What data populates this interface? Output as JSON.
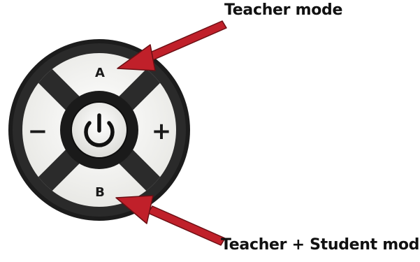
{
  "remote": {
    "buttons": {
      "a": {
        "label": "A"
      },
      "b": {
        "label": "B"
      },
      "minus": {
        "label": "−"
      },
      "plus": {
        "label": "+"
      },
      "power": {
        "icon": "power-icon"
      }
    }
  },
  "callouts": {
    "top": {
      "label": "Teacher mode"
    },
    "bottom": {
      "label": "Teacher + Student mode"
    }
  },
  "colors": {
    "ring": "#1a1a1a",
    "button_face": "#f2f2f0",
    "arrow": "#c0202a",
    "arrow_outline": "#6b0f14"
  }
}
